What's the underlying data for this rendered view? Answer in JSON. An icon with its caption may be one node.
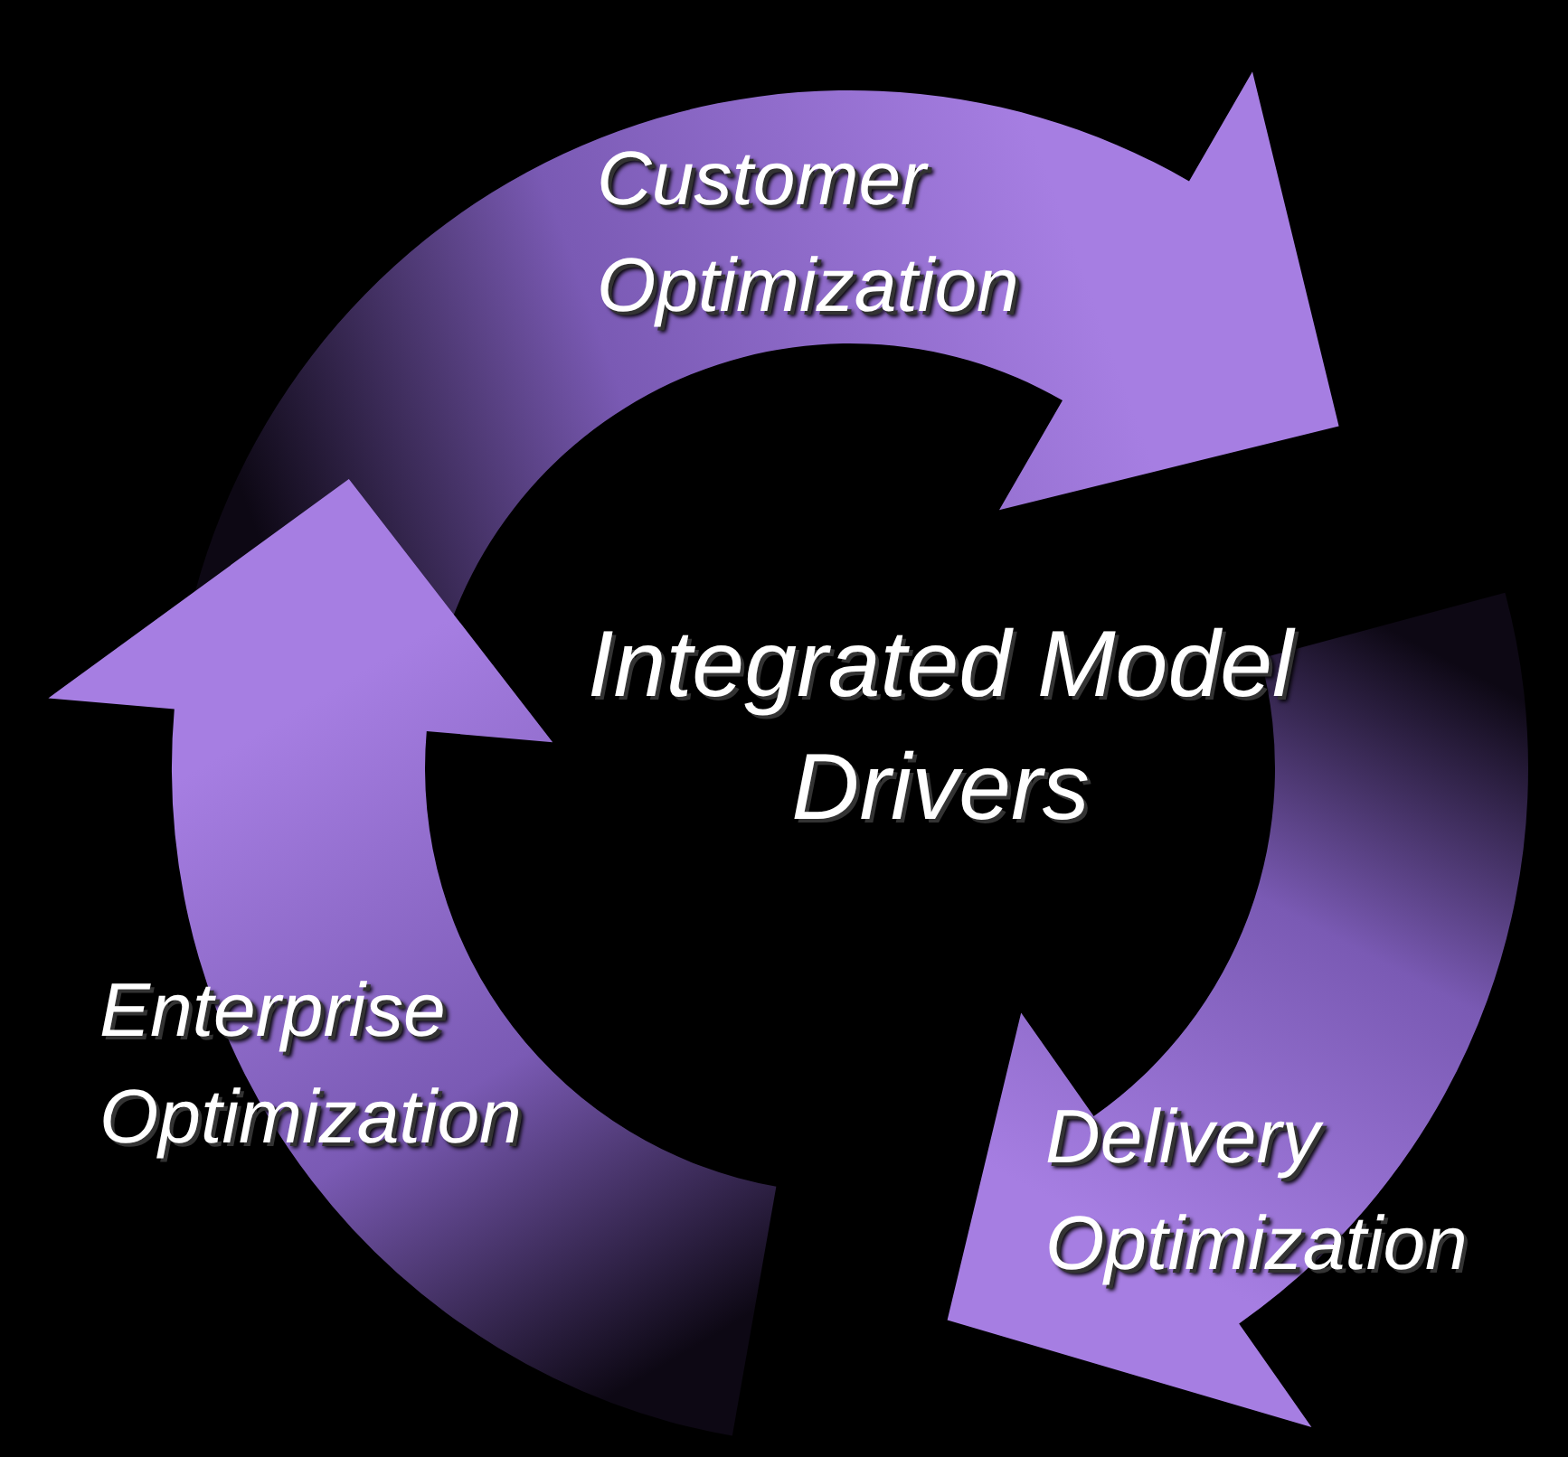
{
  "diagram": {
    "nodes": [
      {
        "text": [
          "Customer Optimization"
        ]
      },
      {
        "text": [
          "Delivery Optimization"
        ]
      },
      {
        "text": [
          "Enterprise Optimization"
        ]
      }
    ],
    "labels": [
      "Integrated Model Drivers"
    ]
  }
}
